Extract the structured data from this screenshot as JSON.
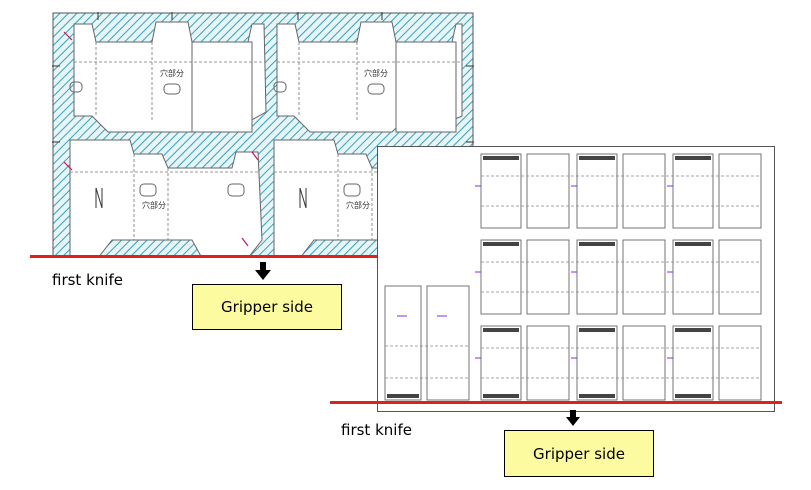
{
  "left_sheet": {
    "knife_label": "first knife",
    "gripper_label": "Gripper side",
    "carton_marks": [
      "穴部分",
      "穴部分",
      "穴部分",
      "穴部分"
    ]
  },
  "right_sheet": {
    "knife_label": "first knife",
    "gripper_label": "Gripper side"
  },
  "colors": {
    "knife": "#e0201a",
    "hatch": "#3aa0b5",
    "gripper_fill": "#fdfba0",
    "dieline": "#555555",
    "crease": "#8a2be2"
  },
  "icons": [
    "arrow-down-icon",
    "arrow-down-icon"
  ]
}
